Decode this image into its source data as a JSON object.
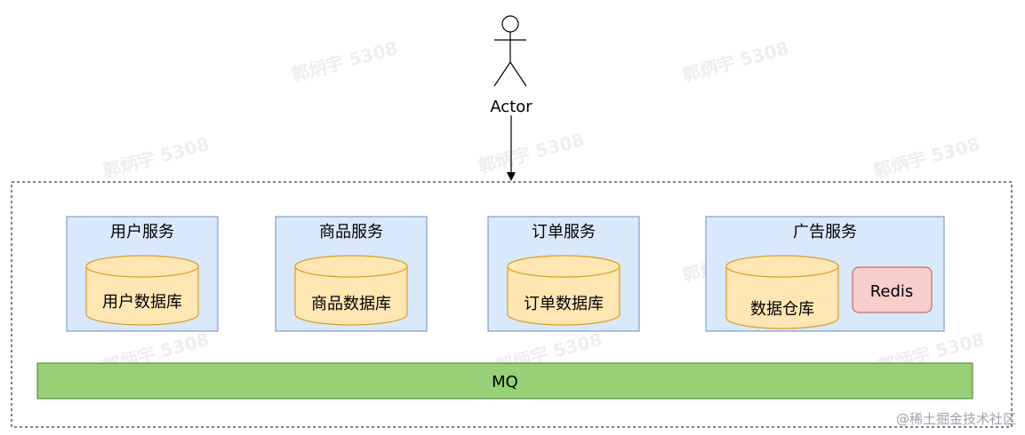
{
  "actor": {
    "label": "Actor"
  },
  "services": [
    {
      "title": "用户服务",
      "database": "用户数据库"
    },
    {
      "title": "商品服务",
      "database": "商品数据库"
    },
    {
      "title": "订单服务",
      "database": "订单数据库"
    },
    {
      "title": "广告服务",
      "database": "数据仓库",
      "cache": "Redis"
    }
  ],
  "mq": {
    "label": "MQ"
  },
  "watermark": {
    "text": "郭炳宇 5308"
  },
  "footer": {
    "text": "@稀土掘金技术社区"
  },
  "colors": {
    "service_fill": "#dae8fc",
    "service_stroke": "#6c8ebf",
    "database_fill": "#ffe6b3",
    "database_stroke": "#d6a126",
    "redis_fill": "#f8cecc",
    "redis_stroke": "#b85450",
    "mq_fill": "#97d077"
  }
}
